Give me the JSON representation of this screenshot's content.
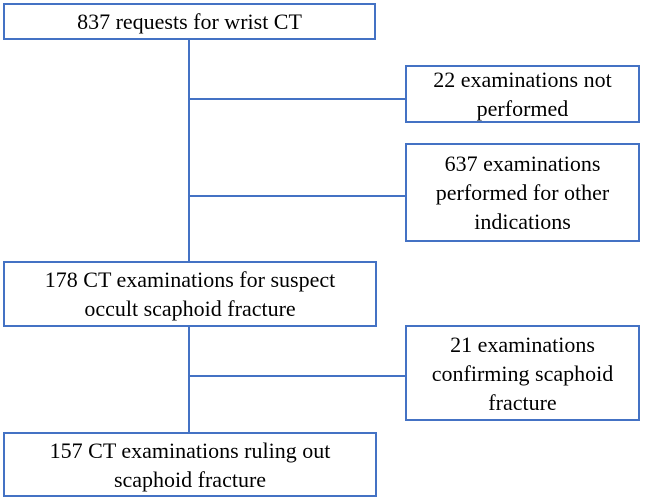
{
  "figure": {
    "type": "flowchart",
    "accent_color": "#4472C4",
    "text_color": "#000000",
    "background_color": "#ffffff",
    "nodes": {
      "requests": {
        "value": 837,
        "label": "837 requests for wrist CT"
      },
      "not_performed": {
        "value": 22,
        "label": "22 examinations not\nperformed"
      },
      "other_indications": {
        "value": 637,
        "label": "637 examinations\nperformed for other\nindications"
      },
      "suspect": {
        "value": 178,
        "label": "178 CT examinations for suspect\noccult scaphoid fracture"
      },
      "confirming": {
        "value": 21,
        "label": "21 examinations\nconfirming scaphoid\nfracture"
      },
      "ruling_out": {
        "value": 157,
        "label": "157 CT examinations ruling out\nscaphoid fracture"
      }
    },
    "edges": [
      {
        "from": "requests",
        "to": "not_performed"
      },
      {
        "from": "requests",
        "to": "other_indications"
      },
      {
        "from": "requests",
        "to": "suspect"
      },
      {
        "from": "suspect",
        "to": "confirming"
      },
      {
        "from": "suspect",
        "to": "ruling_out"
      }
    ]
  }
}
